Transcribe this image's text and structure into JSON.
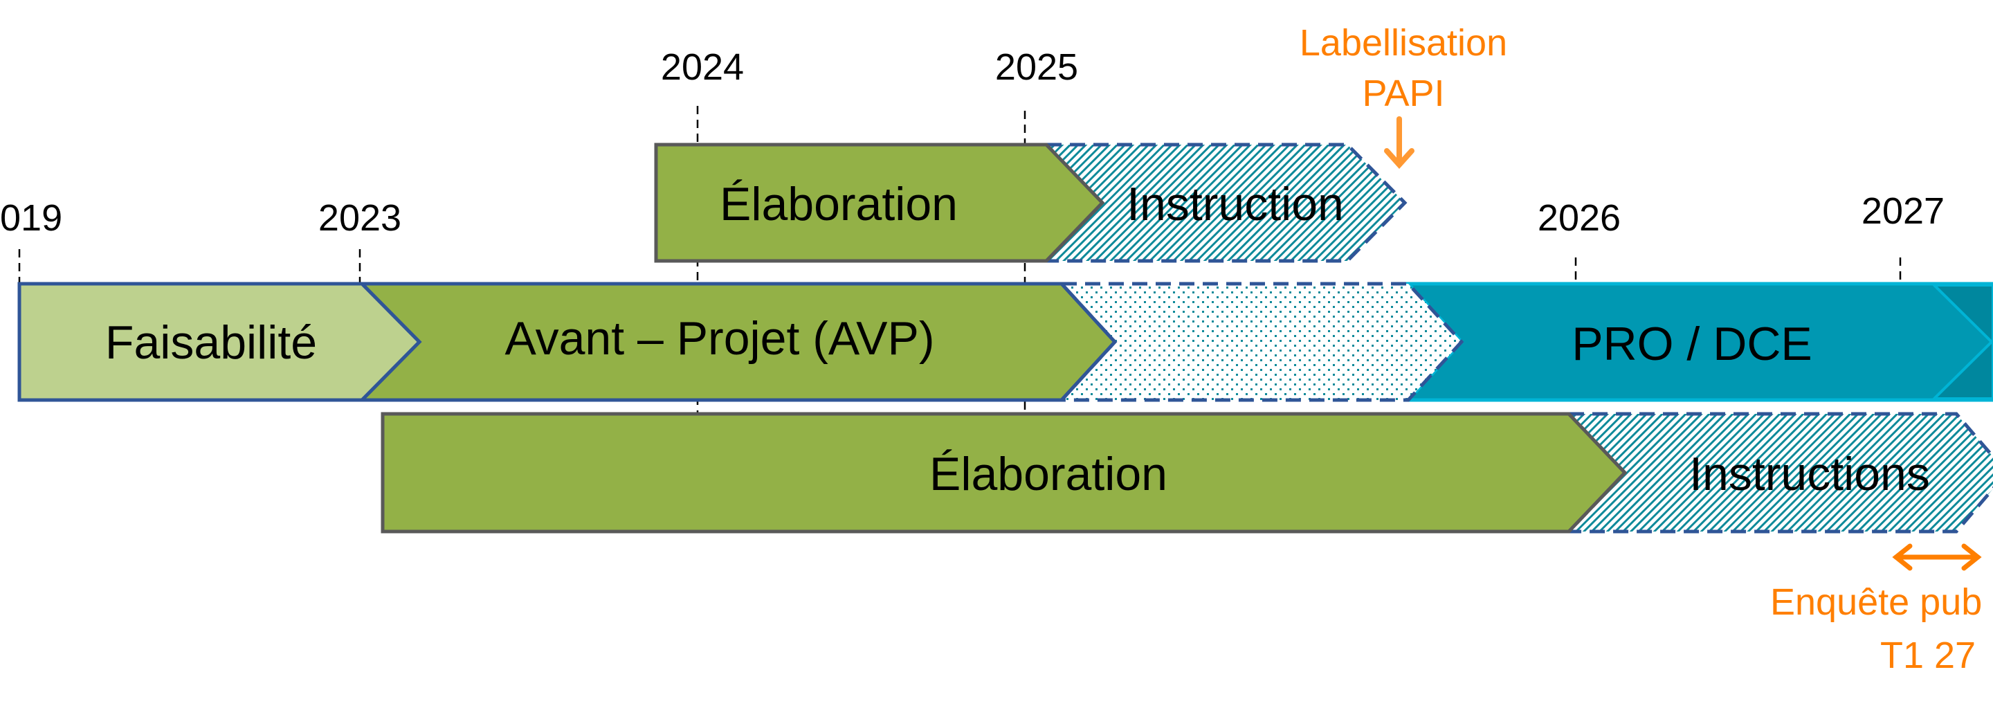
{
  "colors": {
    "green_light": "#bdd18e",
    "green": "#93b147",
    "teal": "#0098b2",
    "teal_dark": "#00879e",
    "teal_border": "#00b4d6",
    "pattern_teal": "#0e8a9a",
    "border_blue": "#2f5597",
    "border_gray": "#595959",
    "orange": "#ff7f00",
    "orange_arrow": "#ff9933",
    "text": "#000000"
  },
  "years": [
    {
      "id": "y2019",
      "label": "019"
    },
    {
      "id": "y2023",
      "label": "2023"
    },
    {
      "id": "y2024",
      "label": "2024"
    },
    {
      "id": "y2025",
      "label": "2025"
    },
    {
      "id": "y2026",
      "label": "2026"
    },
    {
      "id": "y2027",
      "label": "2027"
    }
  ],
  "rows": {
    "top": {
      "phases": [
        {
          "id": "elaboration-top",
          "label": "Élaboration",
          "style": "solid-green-gray"
        },
        {
          "id": "instruction-top",
          "label": "Instruction",
          "style": "hatched-dashed"
        }
      ]
    },
    "middle": {
      "phases": [
        {
          "id": "faisabilite",
          "label": "Faisabilité",
          "style": "light-green-blue"
        },
        {
          "id": "avant-projet",
          "label": "Avant – Projet (AVP)",
          "style": "green-blue"
        },
        {
          "id": "dotted-gap",
          "label": "",
          "style": "dotted-dashed"
        },
        {
          "id": "pro-dce",
          "label": "PRO / DCE",
          "style": "teal"
        }
      ]
    },
    "bottom": {
      "phases": [
        {
          "id": "elaboration-bottom",
          "label": "Élaboration",
          "style": "solid-green-gray"
        },
        {
          "id": "instructions-bottom",
          "label": "Instructions",
          "style": "hatched-dashed"
        }
      ]
    }
  },
  "annotations": {
    "labellisation": {
      "line1": "Labellisation",
      "line2": "PAPI",
      "icon": "arrow-down-icon"
    },
    "enquete": {
      "line1": "Enquête pub",
      "line2": "T1 27",
      "icon": "double-arrow-icon"
    }
  }
}
